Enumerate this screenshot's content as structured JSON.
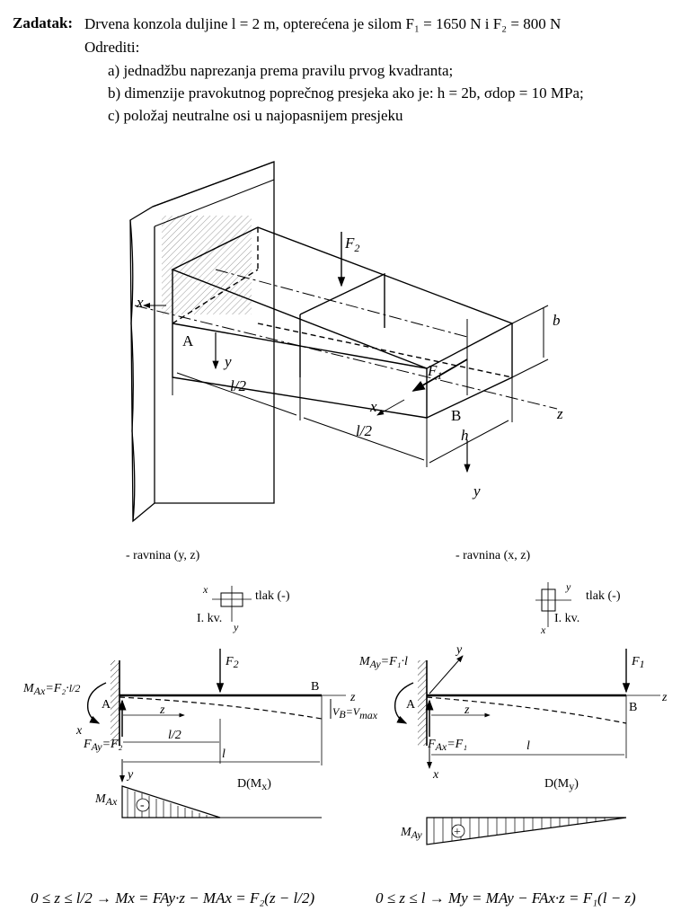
{
  "task": {
    "label": "Zadatak:",
    "line1": "Drvena konzola duljine l = 2 m, opterećena je silom F₁ = 1650 N i F₂ = 800 N",
    "line2": "Odrediti:",
    "item_a": "a) jednadžbu naprezanja prema pravilu prvog kvadranta;",
    "item_b": "b) dimenzije pravokutnog poprečnog presjeka ako je: h = 2b, σdop = 10 MPa;",
    "item_c": "c) položaj neutralne osi u najopasnijem presjeku"
  },
  "iso": {
    "F2": "F",
    "F2_sub": "2",
    "F1": "F",
    "F1_sub": "1",
    "A": "A",
    "B": "B",
    "x": "x",
    "y": "y",
    "z": "z",
    "b": "b",
    "h": "h",
    "l_half": "l/2"
  },
  "left": {
    "plane": "- ravnina (y, z)",
    "x": "x",
    "y": "y",
    "tlak": "tlak (-)",
    "kv": "I. kv.",
    "M_Ax": "M",
    "M_Ax_sub": "Ax",
    "M_Ax_eq": "=F₂·",
    "l_over_2": "l/2",
    "F_Ay": "F",
    "F_Ay_sub": "Ay",
    "F_Ay_eq": "=F₂",
    "F2": "F",
    "F2_sub": "2",
    "A": "A",
    "B": "B",
    "z": "z",
    "l_half": "l/2",
    "l": "l",
    "VB": "V",
    "VB_sub": "B",
    "VB_eq": "=V",
    "VB_max": "max",
    "D": "D(M",
    "D_sub": "x",
    "D_end": ")",
    "M_Ax_diag": "M",
    "M_Ax_diag_sub": "Ax",
    "sign": "-"
  },
  "right": {
    "plane": "- ravnina (x, z)",
    "y": "y",
    "x": "x",
    "tlak": "tlak (-)",
    "kv": "I. kv.",
    "M_Ay": "M",
    "M_Ay_sub": "Ay",
    "M_Ay_eq": "=F₁·l",
    "F_Ax": "F",
    "F_Ax_sub": "Ax",
    "F_Ax_eq": "=F₁",
    "F1": "F",
    "F1_sub": "1",
    "A": "A",
    "B": "B",
    "z": "z",
    "l": "l",
    "D": "D(M",
    "D_sub": "y",
    "D_end": ")",
    "M_Ay_diag": "M",
    "M_Ay_diag_sub": "Ay",
    "sign": "+"
  },
  "formulas": {
    "left": "0 ≤ z ≤ l/2  →  Mx = FAy·z − MAx = F₂(z − l/2)",
    "right": "0 ≤ z ≤ l  →  My = MAy − FAx·z = F₁(l − z)"
  }
}
